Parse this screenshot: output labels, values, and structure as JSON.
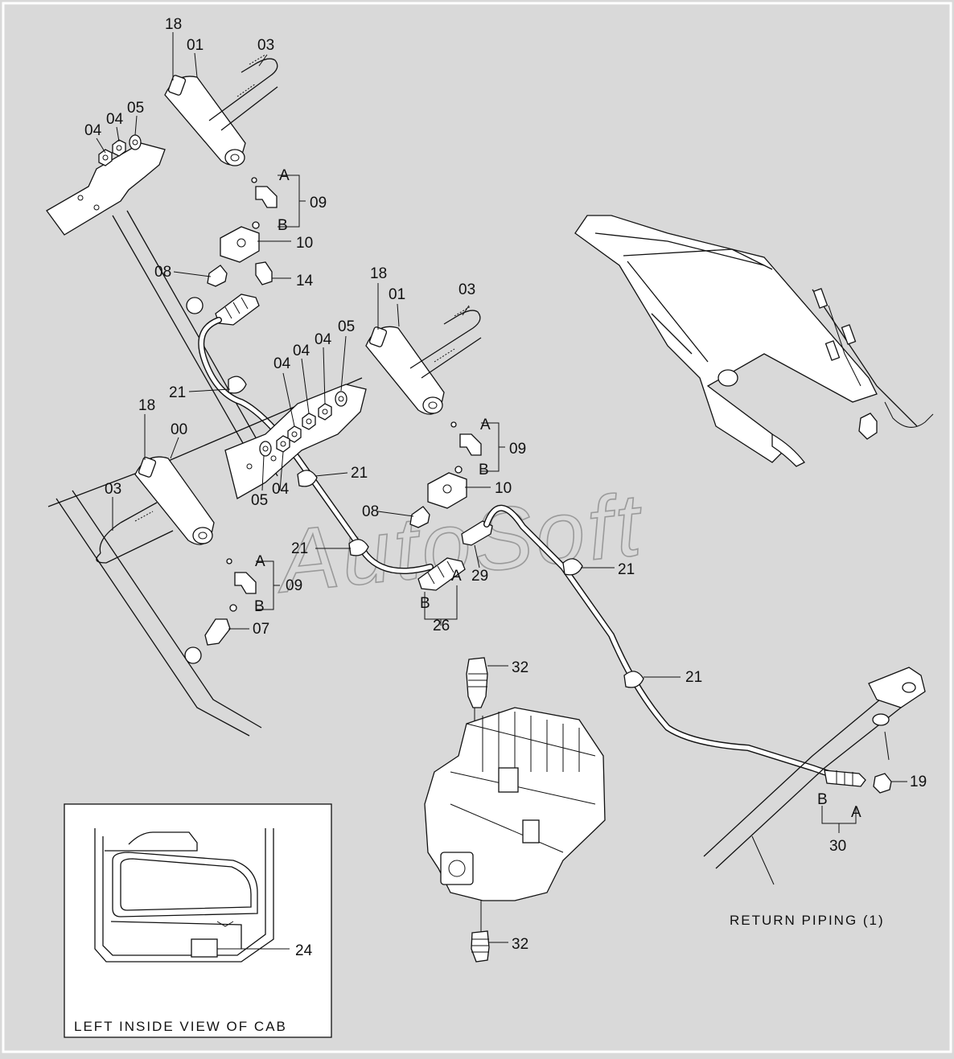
{
  "diagram": {
    "watermark": "AutoSoft",
    "inset_caption": "LEFT INSIDE VIEW OF CAB",
    "return_piping_caption": "RETURN PIPING (1)",
    "callouts": {
      "c18a": "18",
      "c01a": "01",
      "c03a": "03",
      "c04a": "04",
      "c04b": "04",
      "c05a": "05",
      "cAa": "A",
      "cBa": "B",
      "c09a": "09",
      "c10a": "10",
      "c08a": "08",
      "c14": "14",
      "c21a": "21",
      "c18b": "18",
      "c01b": "01",
      "c03b": "03",
      "c04c": "04",
      "c04d": "04",
      "c04e": "04",
      "c05b": "05",
      "cAb": "A",
      "cBb": "B",
      "c09b": "09",
      "c10b": "10",
      "c08b": "08",
      "c21b": "21",
      "c21c": "21",
      "c21d": "21",
      "c21e": "21",
      "c29": "29",
      "cAc": "A",
      "cBc": "B",
      "c26": "26",
      "c18c": "18",
      "c00": "00",
      "c03c": "03",
      "c05c": "05",
      "c04f": "04",
      "cAd": "A",
      "cBd": "B",
      "c09c": "09",
      "c07": "07",
      "c32a": "32",
      "c32b": "32",
      "c19": "19",
      "cBe": "B",
      "cAe": "A",
      "c30": "30",
      "c24": "24"
    }
  }
}
